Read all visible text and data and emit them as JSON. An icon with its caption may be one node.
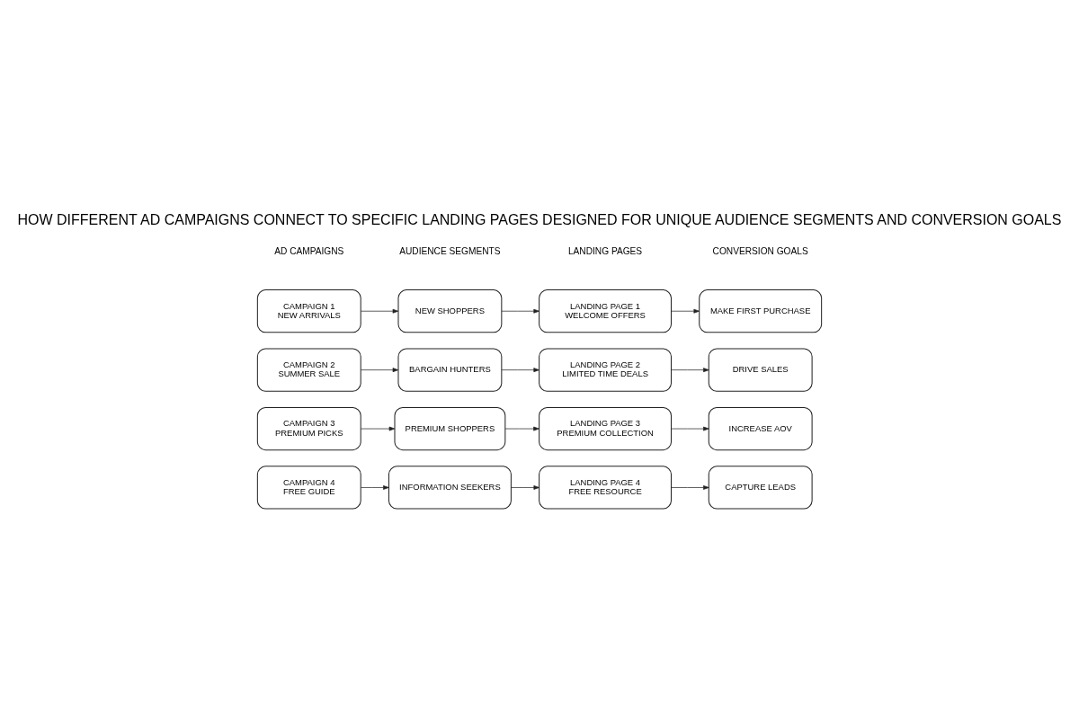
{
  "diagram": {
    "title": "HOW DIFFERENT AD CAMPAIGNS CONNECT TO SPECIFIC LANDING PAGES DESIGNED FOR UNIQUE AUDIENCE SEGMENTS AND CONVERSION GOALS",
    "nodes": [
      {
        "text": [
          "CAMPAIGN 1",
          "NEW ARRIVALS"
        ]
      },
      {
        "text": [
          "NEW SHOPPERS"
        ]
      },
      {
        "text": [
          "LANDING PAGE 1",
          "WELCOME OFFERS"
        ]
      },
      {
        "text": [
          "MAKE FIRST PURCHASE"
        ]
      },
      {
        "text": [
          "CAMPAIGN 2",
          "SUMMER SALE"
        ]
      },
      {
        "text": [
          "BARGAIN HUNTERS"
        ]
      },
      {
        "text": [
          "LANDING PAGE 2",
          "LIMITED TIME DEALS"
        ]
      },
      {
        "text": [
          "DRIVE SALES"
        ]
      },
      {
        "text": [
          "CAMPAIGN 3",
          "PREMIUM PICKS"
        ]
      },
      {
        "text": [
          "PREMIUM SHOPPERS"
        ]
      },
      {
        "text": [
          "LANDING PAGE 3",
          "PREMIUM COLLECTION"
        ]
      },
      {
        "text": [
          "INCREASE AOV"
        ]
      },
      {
        "text": [
          "CAMPAIGN 4",
          "FREE GUIDE"
        ]
      },
      {
        "text": [
          "INFORMATION SEEKERS"
        ]
      },
      {
        "text": [
          "LANDING PAGE 4",
          "FREE RESOURCE"
        ]
      },
      {
        "text": [
          "CAPTURE LEADS"
        ]
      }
    ],
    "edges": [
      {
        "from": 0,
        "to": 1,
        "arrow": "to"
      },
      {
        "from": 1,
        "to": 2,
        "arrow": "to"
      },
      {
        "from": 2,
        "to": 3,
        "arrow": "to"
      },
      {
        "from": 4,
        "to": 5,
        "arrow": "to"
      },
      {
        "from": 5,
        "to": 6,
        "arrow": "to"
      },
      {
        "from": 6,
        "to": 7,
        "arrow": "to"
      },
      {
        "from": 8,
        "to": 9,
        "arrow": "to"
      },
      {
        "from": 9,
        "to": 10,
        "arrow": "to"
      },
      {
        "from": 10,
        "to": 11,
        "arrow": "to"
      },
      {
        "from": 12,
        "to": 13,
        "arrow": "to"
      },
      {
        "from": 13,
        "to": 14,
        "arrow": "to"
      },
      {
        "from": 14,
        "to": 15,
        "arrow": "to"
      }
    ],
    "labels": [
      "AD CAMPAIGNS",
      "AUDIENCE SEGMENTS",
      "LANDING PAGES",
      "CONVERSION GOALS"
    ]
  }
}
